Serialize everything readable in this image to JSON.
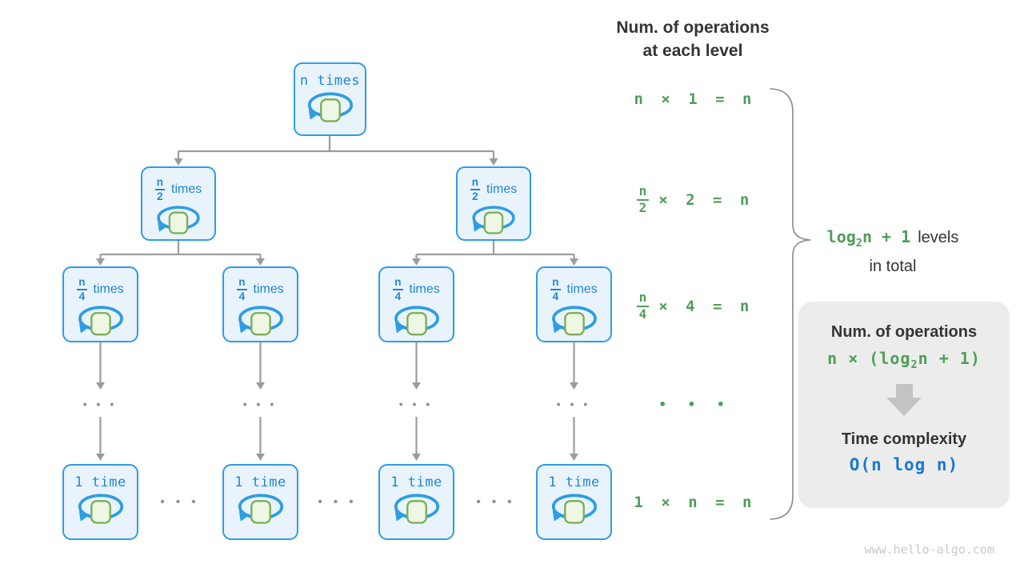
{
  "colors": {
    "blue": "#2e9de4",
    "blue-text": "#1e88d4",
    "node-bg": "#e9f3fc",
    "sq-border": "#79ae56",
    "sq-fill": "#eef6e4",
    "green": "#4f9e58",
    "blue-strong": "#1779cf",
    "dark": "#343434",
    "line-gray": "#9c9c9c",
    "dot-gray": "#8f8f8f",
    "box-bg": "#ececec",
    "fat-arrow": "#c3c3c3",
    "brace": "#8a8a8a",
    "watermark": "#c9c9c9"
  },
  "header": {
    "line1": "Num. of operations",
    "line2": "at each level"
  },
  "tree": {
    "root": {
      "label": "n times"
    },
    "level2": [
      {
        "num": "n",
        "den": "2",
        "suffix": "times"
      },
      {
        "num": "n",
        "den": "2",
        "suffix": "times"
      }
    ],
    "level3": [
      {
        "num": "n",
        "den": "4",
        "suffix": "times"
      },
      {
        "num": "n",
        "den": "4",
        "suffix": "times"
      },
      {
        "num": "n",
        "den": "4",
        "suffix": "times"
      },
      {
        "num": "n",
        "den": "4",
        "suffix": "times"
      }
    ],
    "bottom": [
      {
        "label": "1 time"
      },
      {
        "label": "1 time"
      },
      {
        "label": "1 time"
      },
      {
        "label": "1 time"
      }
    ],
    "column_ellipsis": "• • •",
    "row_ellipsis": "• • •"
  },
  "equations": {
    "level1": "n × 1 = n",
    "level2": {
      "num": "n",
      "den": "2",
      "rest": "× 2 = n"
    },
    "level3": {
      "num": "n",
      "den": "4",
      "rest": "× 4 = n"
    },
    "ellipsis": "• • •",
    "bottom": "1 × n = n"
  },
  "brace_label": {
    "green_pre": "log",
    "green_sub": "2",
    "green_post": "n + 1",
    "dark": "levels",
    "line2": "in total"
  },
  "summary_box": {
    "title": "Num. of operations",
    "formula": {
      "pre": "n × (log",
      "sub": "2",
      "post": "n + 1)"
    },
    "subtitle": "Time complexity",
    "complexity": "O(n log n)"
  },
  "watermark": "www.hello-algo.com"
}
